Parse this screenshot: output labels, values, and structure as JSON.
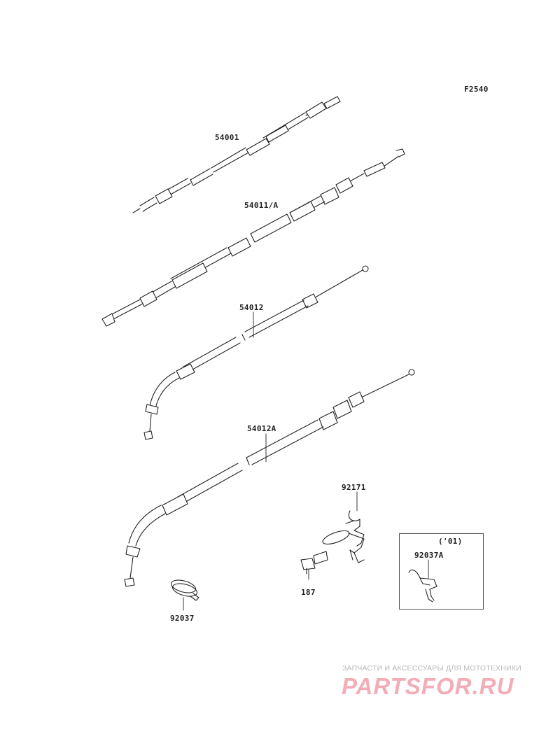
{
  "diagram": {
    "figure_code": "F2540",
    "parts": [
      {
        "number": "54001"
      },
      {
        "number": "54011/A"
      },
      {
        "number": "54012"
      },
      {
        "number": "54012A"
      },
      {
        "number": "92171"
      },
      {
        "number": "187"
      },
      {
        "number": "92037"
      }
    ],
    "inset": {
      "year_note": "('01)",
      "part_number": "92037A"
    }
  },
  "watermark": {
    "tagline": "ЗАПЧАСТИ И АКСЕССУАРЫ ДЛЯ МОТОТЕХНИКИ",
    "logo_text": "PARTSFOR.RU"
  },
  "colors": {
    "line": "#222222",
    "watermark_logo": "#f2aeb6",
    "watermark_text": "#b8b8b8"
  }
}
